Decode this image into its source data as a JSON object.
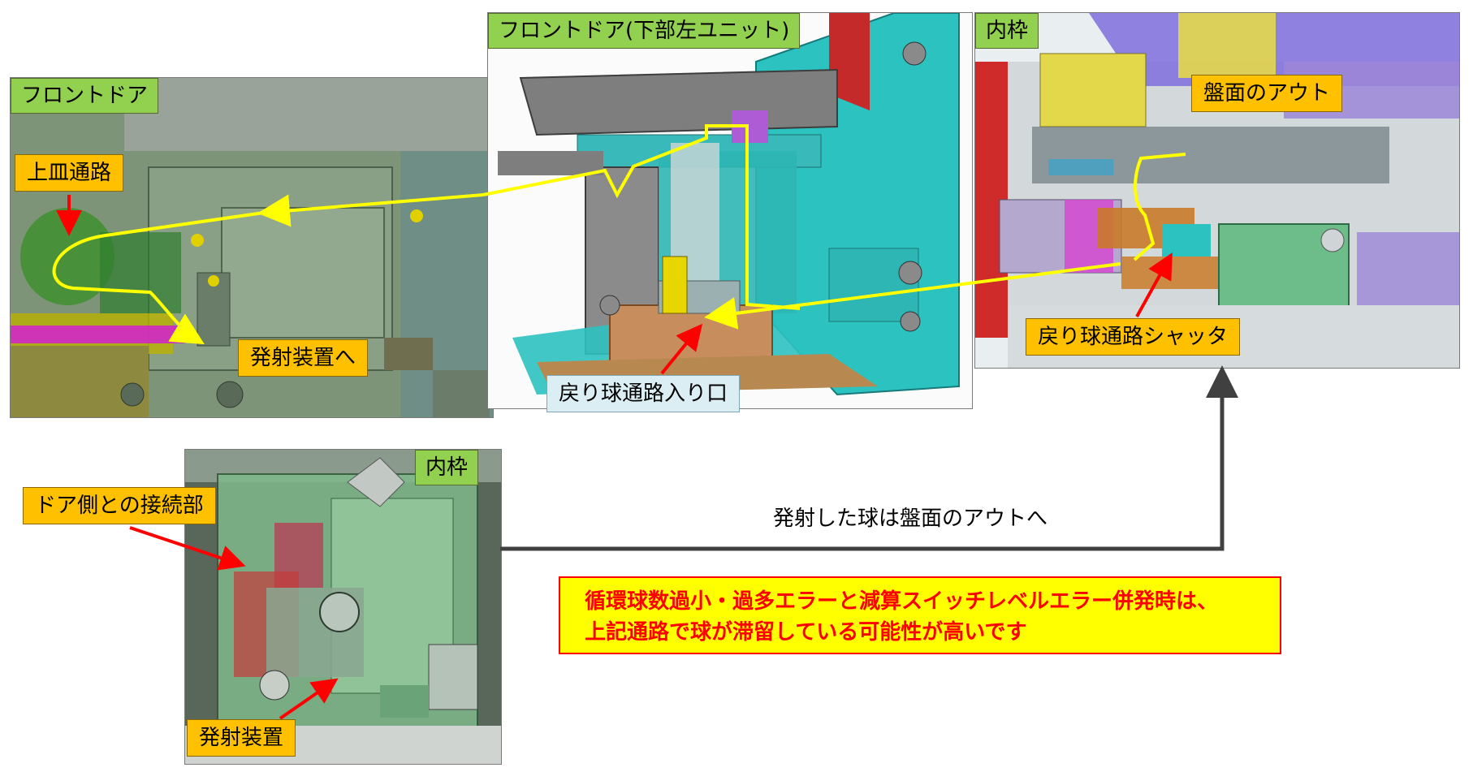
{
  "panels": {
    "front_door": {
      "tag": "フロントドア"
    },
    "front_door_lower": {
      "tag": "フロントドア(下部左ユニット)"
    },
    "inner_frame_top": {
      "tag": "内枠"
    },
    "inner_frame_bottom": {
      "tag": "内枠"
    }
  },
  "labels": {
    "upper_tray_path": "上皿通路",
    "to_launcher": "発射装置へ",
    "return_ball_entrance": "戻り球通路入り口",
    "board_out": "盤面のアウト",
    "return_ball_shutter": "戻り球通路シャッタ",
    "door_connection": "ドア側との接続部",
    "launcher": "発射装置",
    "fired_ball_flow": "発射した球は盤面のアウトへ"
  },
  "note": {
    "line1": "循環球数過小・過多エラーと減算スイッチレベルエラー併発時は、",
    "line2": "上記通路で球が滞留している可能性が高いです"
  },
  "colors": {
    "tag_green": "#92d050",
    "callout_orange": "#ffc000",
    "callout_blue": "#dbeef4",
    "path_yellow": "#ffff00",
    "pointer_red": "#ff0000",
    "flow_arrow": "#404040",
    "note_bg": "#ffff00",
    "note_text": "#ff0000"
  }
}
